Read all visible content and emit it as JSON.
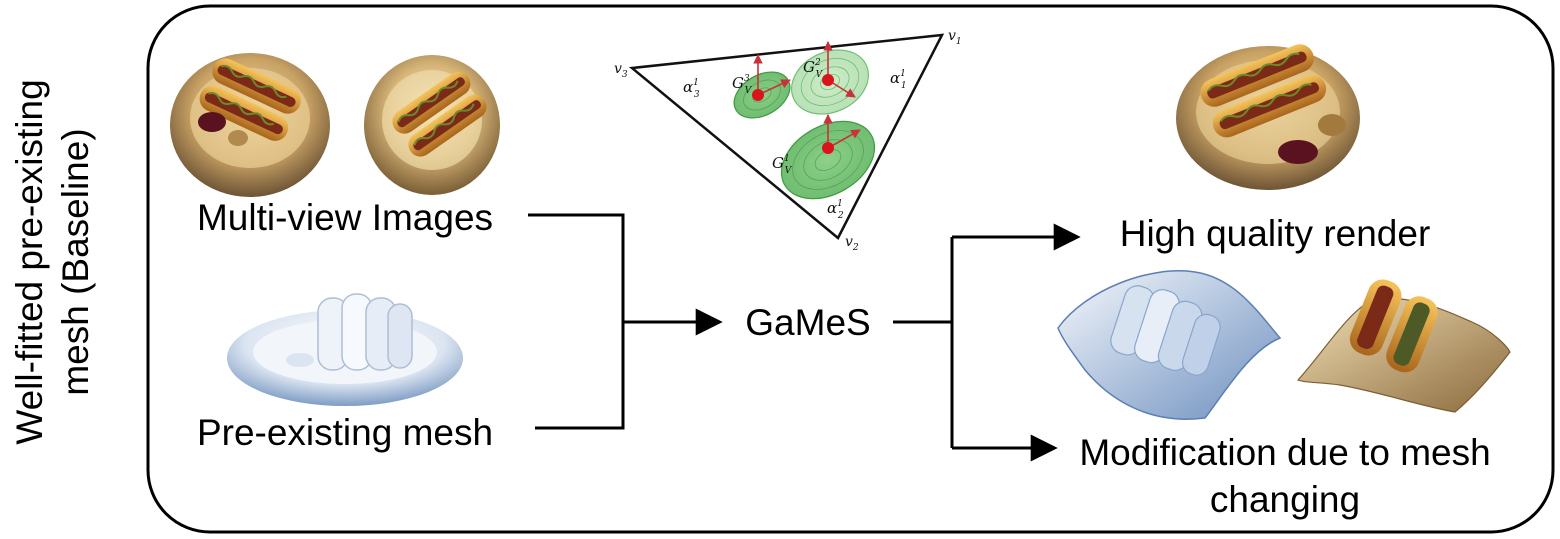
{
  "side_label": {
    "line1": "Well-fitted pre-existing",
    "line2": "mesh (Baseline)"
  },
  "inputs": {
    "images_label": "Multi-view Images",
    "mesh_label": "Pre-existing mesh"
  },
  "method": {
    "label": "GaMeS"
  },
  "outputs": {
    "render_label": "High quality render",
    "modification_line1": "Modification due to mesh",
    "modification_line2": "changing"
  },
  "triangle_diagram": {
    "vertices": {
      "v1": "v",
      "v1_sub": "1",
      "v2": "v",
      "v2_sub": "2",
      "v3": "v",
      "v3_sub": "3"
    },
    "gaussians": [
      {
        "name": "G",
        "sub": "V",
        "sup": "3"
      },
      {
        "name": "G",
        "sub": "V",
        "sup": "2"
      },
      {
        "name": "G",
        "sub": "V",
        "sup": "1"
      }
    ],
    "alphas": [
      {
        "name": "α",
        "sup": "1",
        "sub": "3"
      },
      {
        "name": "α",
        "sup": "1",
        "sub": "1"
      },
      {
        "name": "α",
        "sup": "1",
        "sub": "2"
      }
    ]
  },
  "colors": {
    "frame": "#000000",
    "gaussian_fill": "#7cc47a",
    "gaussian_stroke": "#3f9a42",
    "center_dot": "#d9141b",
    "axis_arrow": "#c8323a",
    "plate": "#b89560",
    "bun": "#d99a35",
    "sausage": "#8a2a1a",
    "mesh_white": "#e8eef6",
    "mesh_shadow": "#7f9dc4"
  },
  "icons": [
    "food-plate-icon",
    "mesh-plate-icon",
    "triangle-gaussian-icon",
    "arrow-right-icon"
  ]
}
